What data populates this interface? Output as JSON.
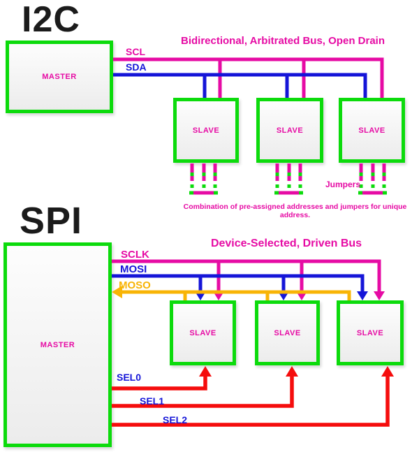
{
  "palette": {
    "green": "#0cdb0c",
    "magenta": "#e60ba4",
    "blue": "#1515d8",
    "orange": "#f8b405",
    "red": "#f50d0d",
    "title": "#1b1b1b",
    "box_fill_top": "#fdfdfd",
    "box_fill_bottom": "#ececec"
  },
  "i2c": {
    "title": "I2C",
    "heading": "Bidirectional, Arbitrated Bus, Open Drain",
    "master_label": "MASTER",
    "bus_labels": {
      "scl": "SCL",
      "sda": "SDA"
    },
    "slaves": [
      "SLAVE",
      "SLAVE",
      "SLAVE"
    ],
    "jumpers_label": "Jumpers",
    "caption": "Combination of pre-assigned addresses and jumpers for unique address."
  },
  "spi": {
    "title": "SPI",
    "heading": "Device-Selected, Driven Bus",
    "master_label": "MASTER",
    "bus_labels": {
      "sclk": "SCLK",
      "mosi": "MOSI",
      "moso": "MOSO"
    },
    "select_labels": [
      "SEL0",
      "SEL1",
      "SEL2"
    ],
    "slaves": [
      "SLAVE",
      "SLAVE",
      "SLAVE"
    ]
  }
}
